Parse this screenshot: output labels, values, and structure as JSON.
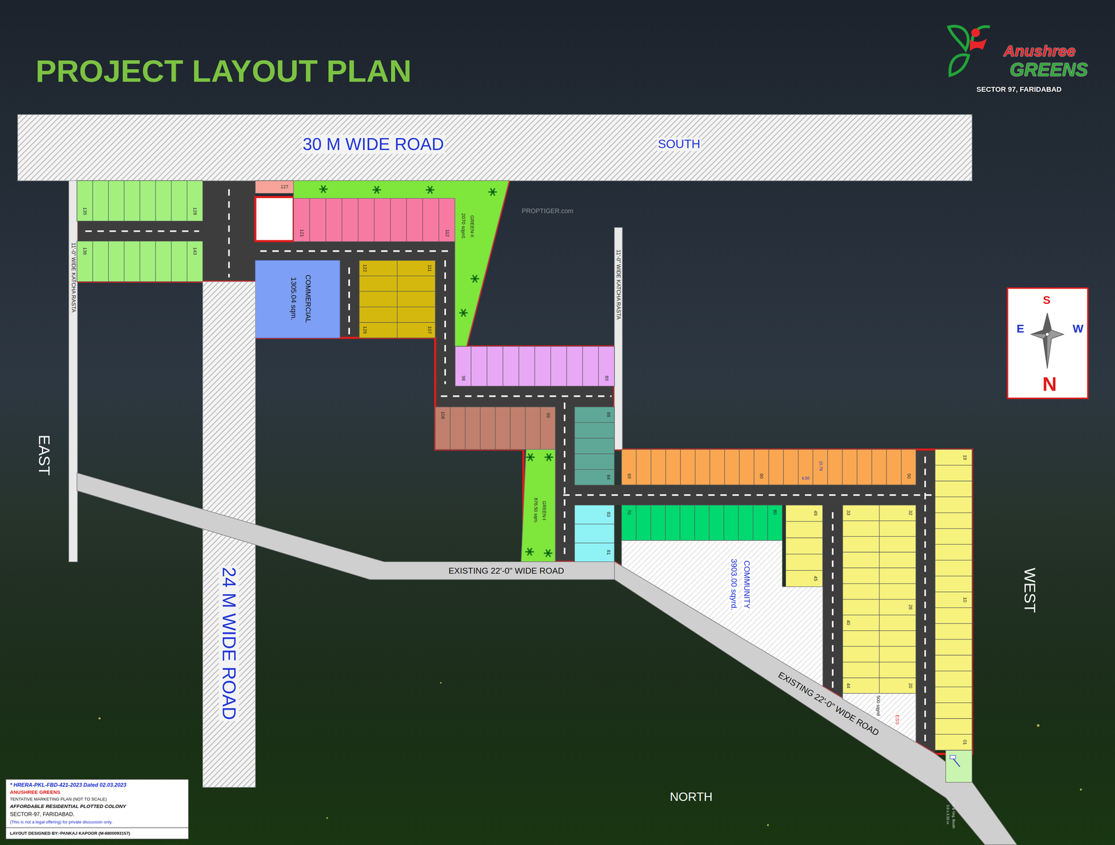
{
  "diagram": {
    "title": "PROJECT LAYOUT PLAN",
    "nodes": [
      {
        "text": [
          "30 M WIDE ROAD",
          "SOUTH"
        ]
      },
      {
        "text": [
          "11'-0\" WIDE KATCHA RASTA"
        ]
      },
      {
        "text": [
          "135",
          "128"
        ]
      },
      {
        "text": [
          "136",
          "143"
        ]
      },
      {
        "text": [
          "127"
        ]
      },
      {
        "text": [
          "121",
          "112"
        ]
      },
      {
        "text": [
          "GREEN-II",
          "2070 sqyrd."
        ]
      },
      {
        "text": [
          "11'-0\" WIDE KATCHA RASTA"
        ]
      },
      {
        "text": [
          "COMMERCIAL",
          "1305.04 sqm."
        ]
      },
      {
        "text": [
          "122",
          "111",
          "126",
          "107"
        ]
      },
      {
        "text": [
          "98",
          "89"
        ]
      },
      {
        "text": [
          "106",
          "99"
        ]
      },
      {
        "text": [
          "88",
          "84"
        ]
      },
      {
        "text": [
          "69",
          "60",
          "50",
          "15.79",
          "6.50"
        ]
      },
      {
        "text": [
          "19",
          "10",
          "01"
        ]
      },
      {
        "text": [
          "GREEN-I",
          "876.50 sqm."
        ]
      },
      {
        "text": [
          "83",
          "81"
        ]
      },
      {
        "text": [
          "70",
          "80"
        ]
      },
      {
        "text": [
          "49",
          "45"
        ]
      },
      {
        "text": [
          "33",
          "32",
          "26",
          "40",
          "44",
          "20"
        ]
      },
      {
        "text": [
          "S",
          "W",
          "E",
          "N"
        ]
      },
      {
        "text": [
          "24 M WIDE ROAD"
        ]
      },
      {
        "text": [
          "EXISTING 22'-0\" WIDE ROAD"
        ]
      },
      {
        "text": [
          "COMMUNITY",
          "3903.00 sqyrd."
        ]
      },
      {
        "text": [
          "EXISTING 22'-0\" WIDE ROAD"
        ]
      },
      {
        "text": [
          "500 sqyrd",
          "ESS"
        ]
      },
      {
        "text": [
          "Milk & Veg. Booth",
          "3.0 x 3.50 m"
        ]
      },
      {
        "text": [
          "* HRERA-PKL-FBD-421-2023 Dated 02.03.2023",
          "ANUSHREE GREENS",
          "TENTATIVE MARKETING PLAN (NOT TO SCALE)",
          "AFFORDABLE RESIDENTIAL PLOTTED COLONY",
          "SECTOR-97, FARIDABAD.",
          "(This is not a legal offering) for private discussion only.",
          "LAYOUT DESIGNED BY:-PANKAJ KAPOOR (M-8800093157)"
        ]
      }
    ],
    "labels": [
      "Anushree",
      "GREENS",
      "SECTOR 97, FARIDABAD",
      "PROPTIGER.com",
      "EAST",
      "WEST",
      "NORTH"
    ]
  }
}
